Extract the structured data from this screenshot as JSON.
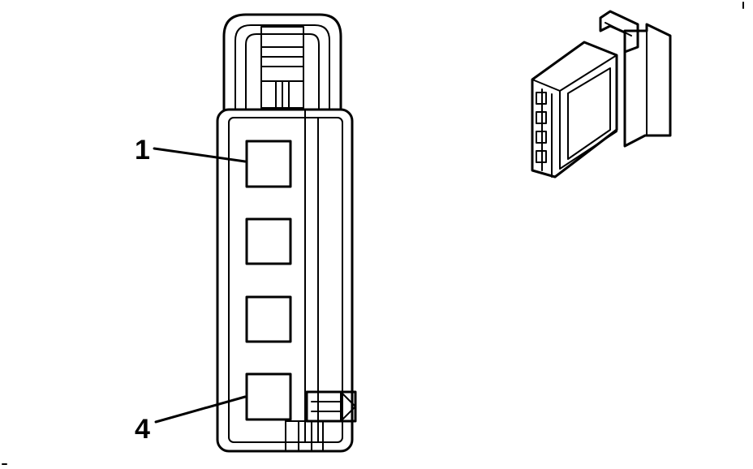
{
  "diagram": {
    "callouts": [
      {
        "id": "pin-1",
        "label": "1"
      },
      {
        "id": "pin-4",
        "label": "4"
      }
    ],
    "cavity_count": 4,
    "colors": {
      "line": "#000000",
      "background": "#ffffff"
    }
  }
}
